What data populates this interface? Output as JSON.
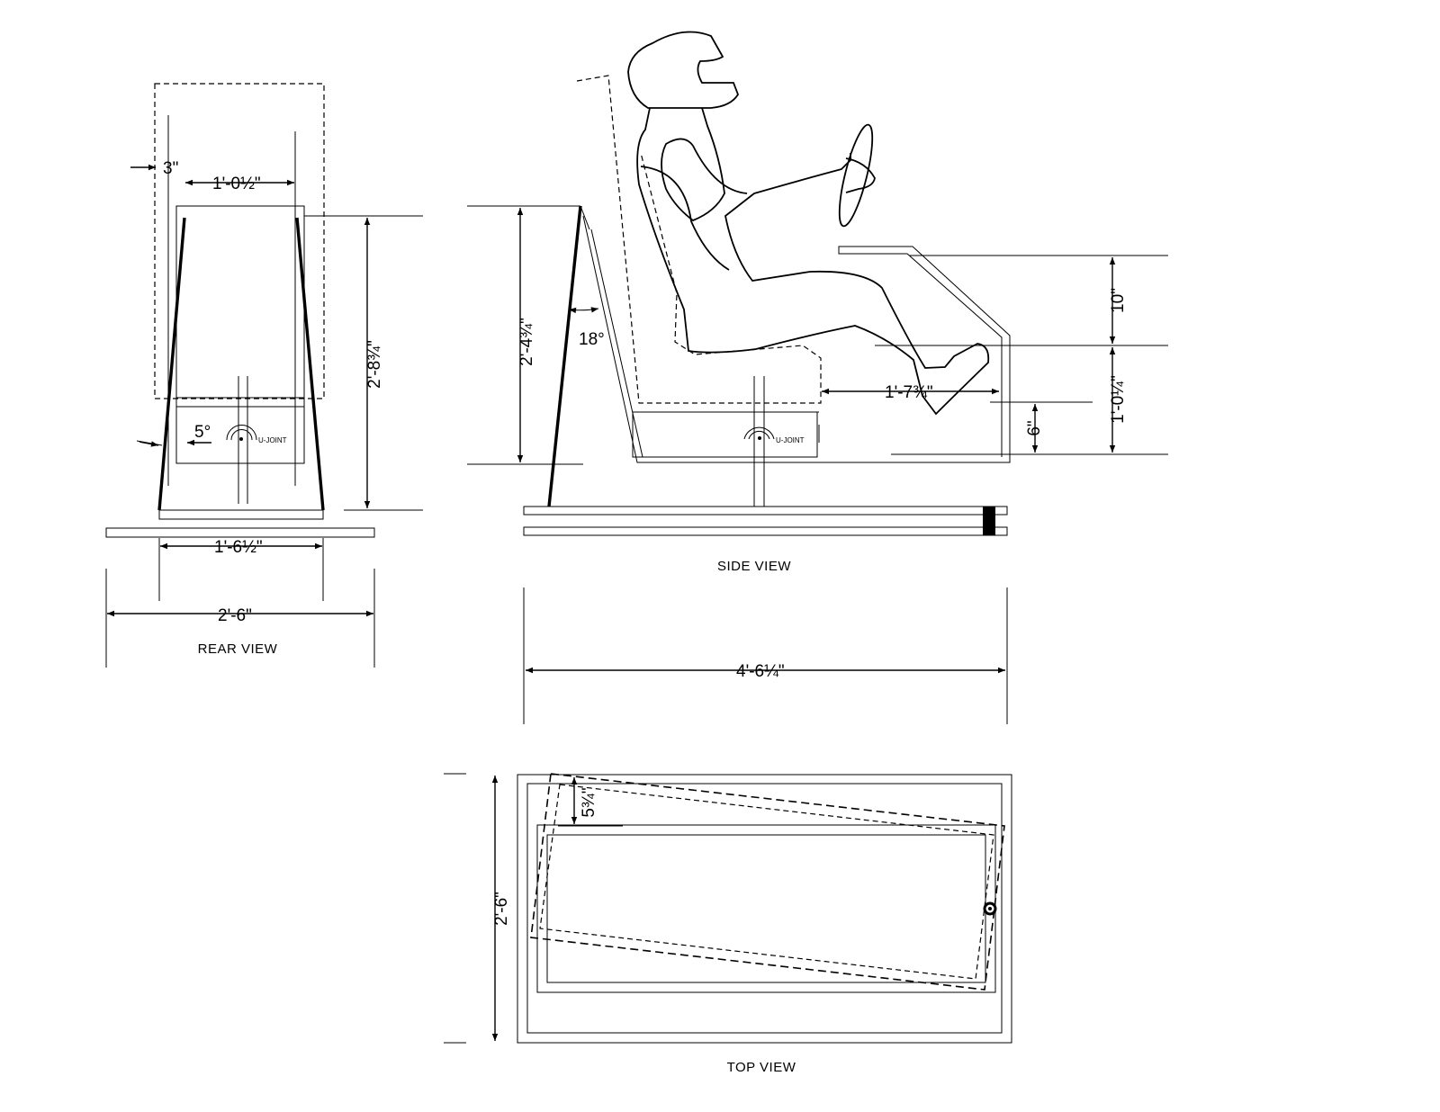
{
  "views": {
    "rear": "REAR VIEW",
    "side": "SIDE VIEW",
    "top": "TOP VIEW"
  },
  "labels": {
    "ujoint_rear": "U-JOINT",
    "ujoint_side": "U-JOINT"
  },
  "dimensions": {
    "rear_offset": "3\"",
    "rear_top_width": "1'-0½\"",
    "rear_height": "2'-8¾\"",
    "rear_angle": "5°",
    "rear_base_width": "1'-6½\"",
    "rear_overall_width": "2'-6\"",
    "side_height": "2'-4¾\"",
    "side_angle": "18°",
    "side_depth": "1'-7¾\"",
    "side_pedal_height": "10\"",
    "side_pedal_base": "1'-0¼\"",
    "side_seat_base": "6\"",
    "side_overall_length": "4'-6¼\"",
    "top_offset": "5¾\"",
    "top_width": "2'-6\""
  }
}
